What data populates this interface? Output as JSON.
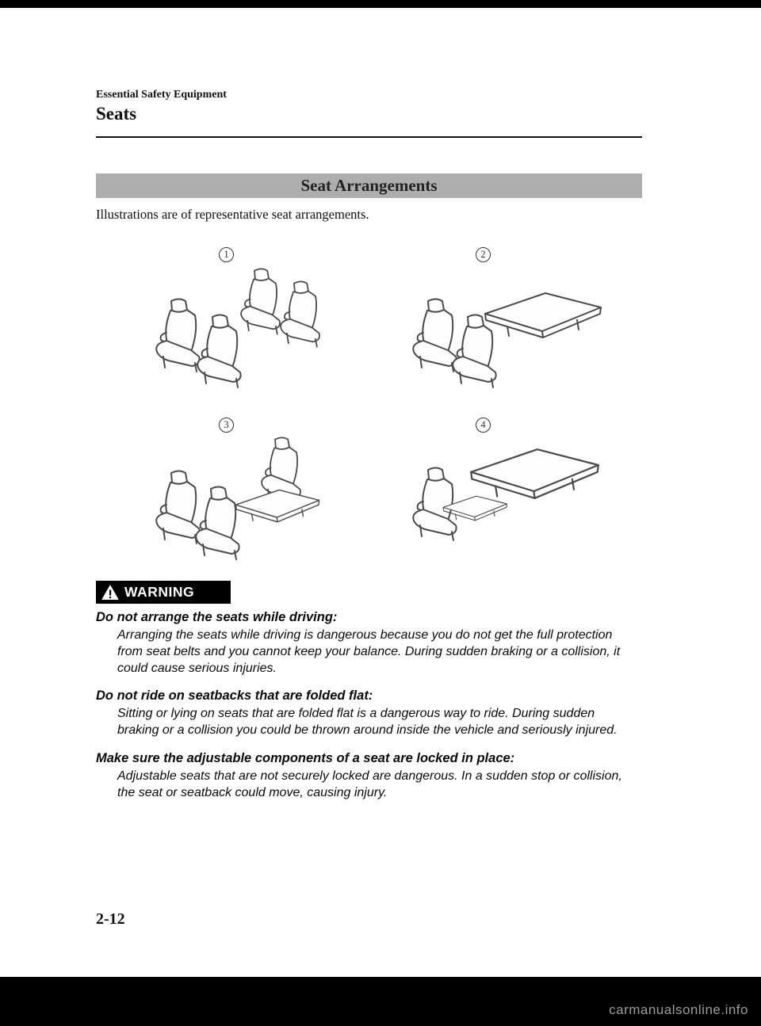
{
  "header": {
    "section": "Essential Safety Equipment",
    "subsection": "Seats"
  },
  "banner": {
    "title": "Seat Arrangements"
  },
  "intro": "Illustrations are of representative seat arrangements.",
  "figures": [
    {
      "number": "1",
      "description": "all seats upright"
    },
    {
      "number": "2",
      "description": "front seats upright, rear folded flat"
    },
    {
      "number": "3",
      "description": "front and second-row seats upright, rear folded"
    },
    {
      "number": "4",
      "description": "driver seat upright, other seats folded flat"
    }
  ],
  "warning": {
    "label": "WARNING",
    "items": [
      {
        "heading": "Do not arrange the seats while driving:",
        "body": "Arranging the seats while driving is dangerous because you do not get the full protection from seat belts and you cannot keep your balance. During sudden braking or a collision, it could cause serious injuries."
      },
      {
        "heading": "Do not ride on seatbacks that are folded flat:",
        "body": "Sitting or lying on seats that are folded flat is a dangerous way to ride. During sudden braking or a collision you could be thrown around inside the vehicle and seriously injured."
      },
      {
        "heading": "Make sure the adjustable components of a seat are locked in place:",
        "body": "Adjustable seats that are not securely locked are dangerous. In a sudden stop or collision, the seat or seatback could move, causing injury."
      }
    ]
  },
  "page_number": "2-12",
  "watermark": "carmanualsonline.info",
  "colors": {
    "banner_gray": "#adadad",
    "warning_bg": "#000000",
    "watermark_gray": "#9a9a9a",
    "line_art": "#4b4b4b"
  }
}
